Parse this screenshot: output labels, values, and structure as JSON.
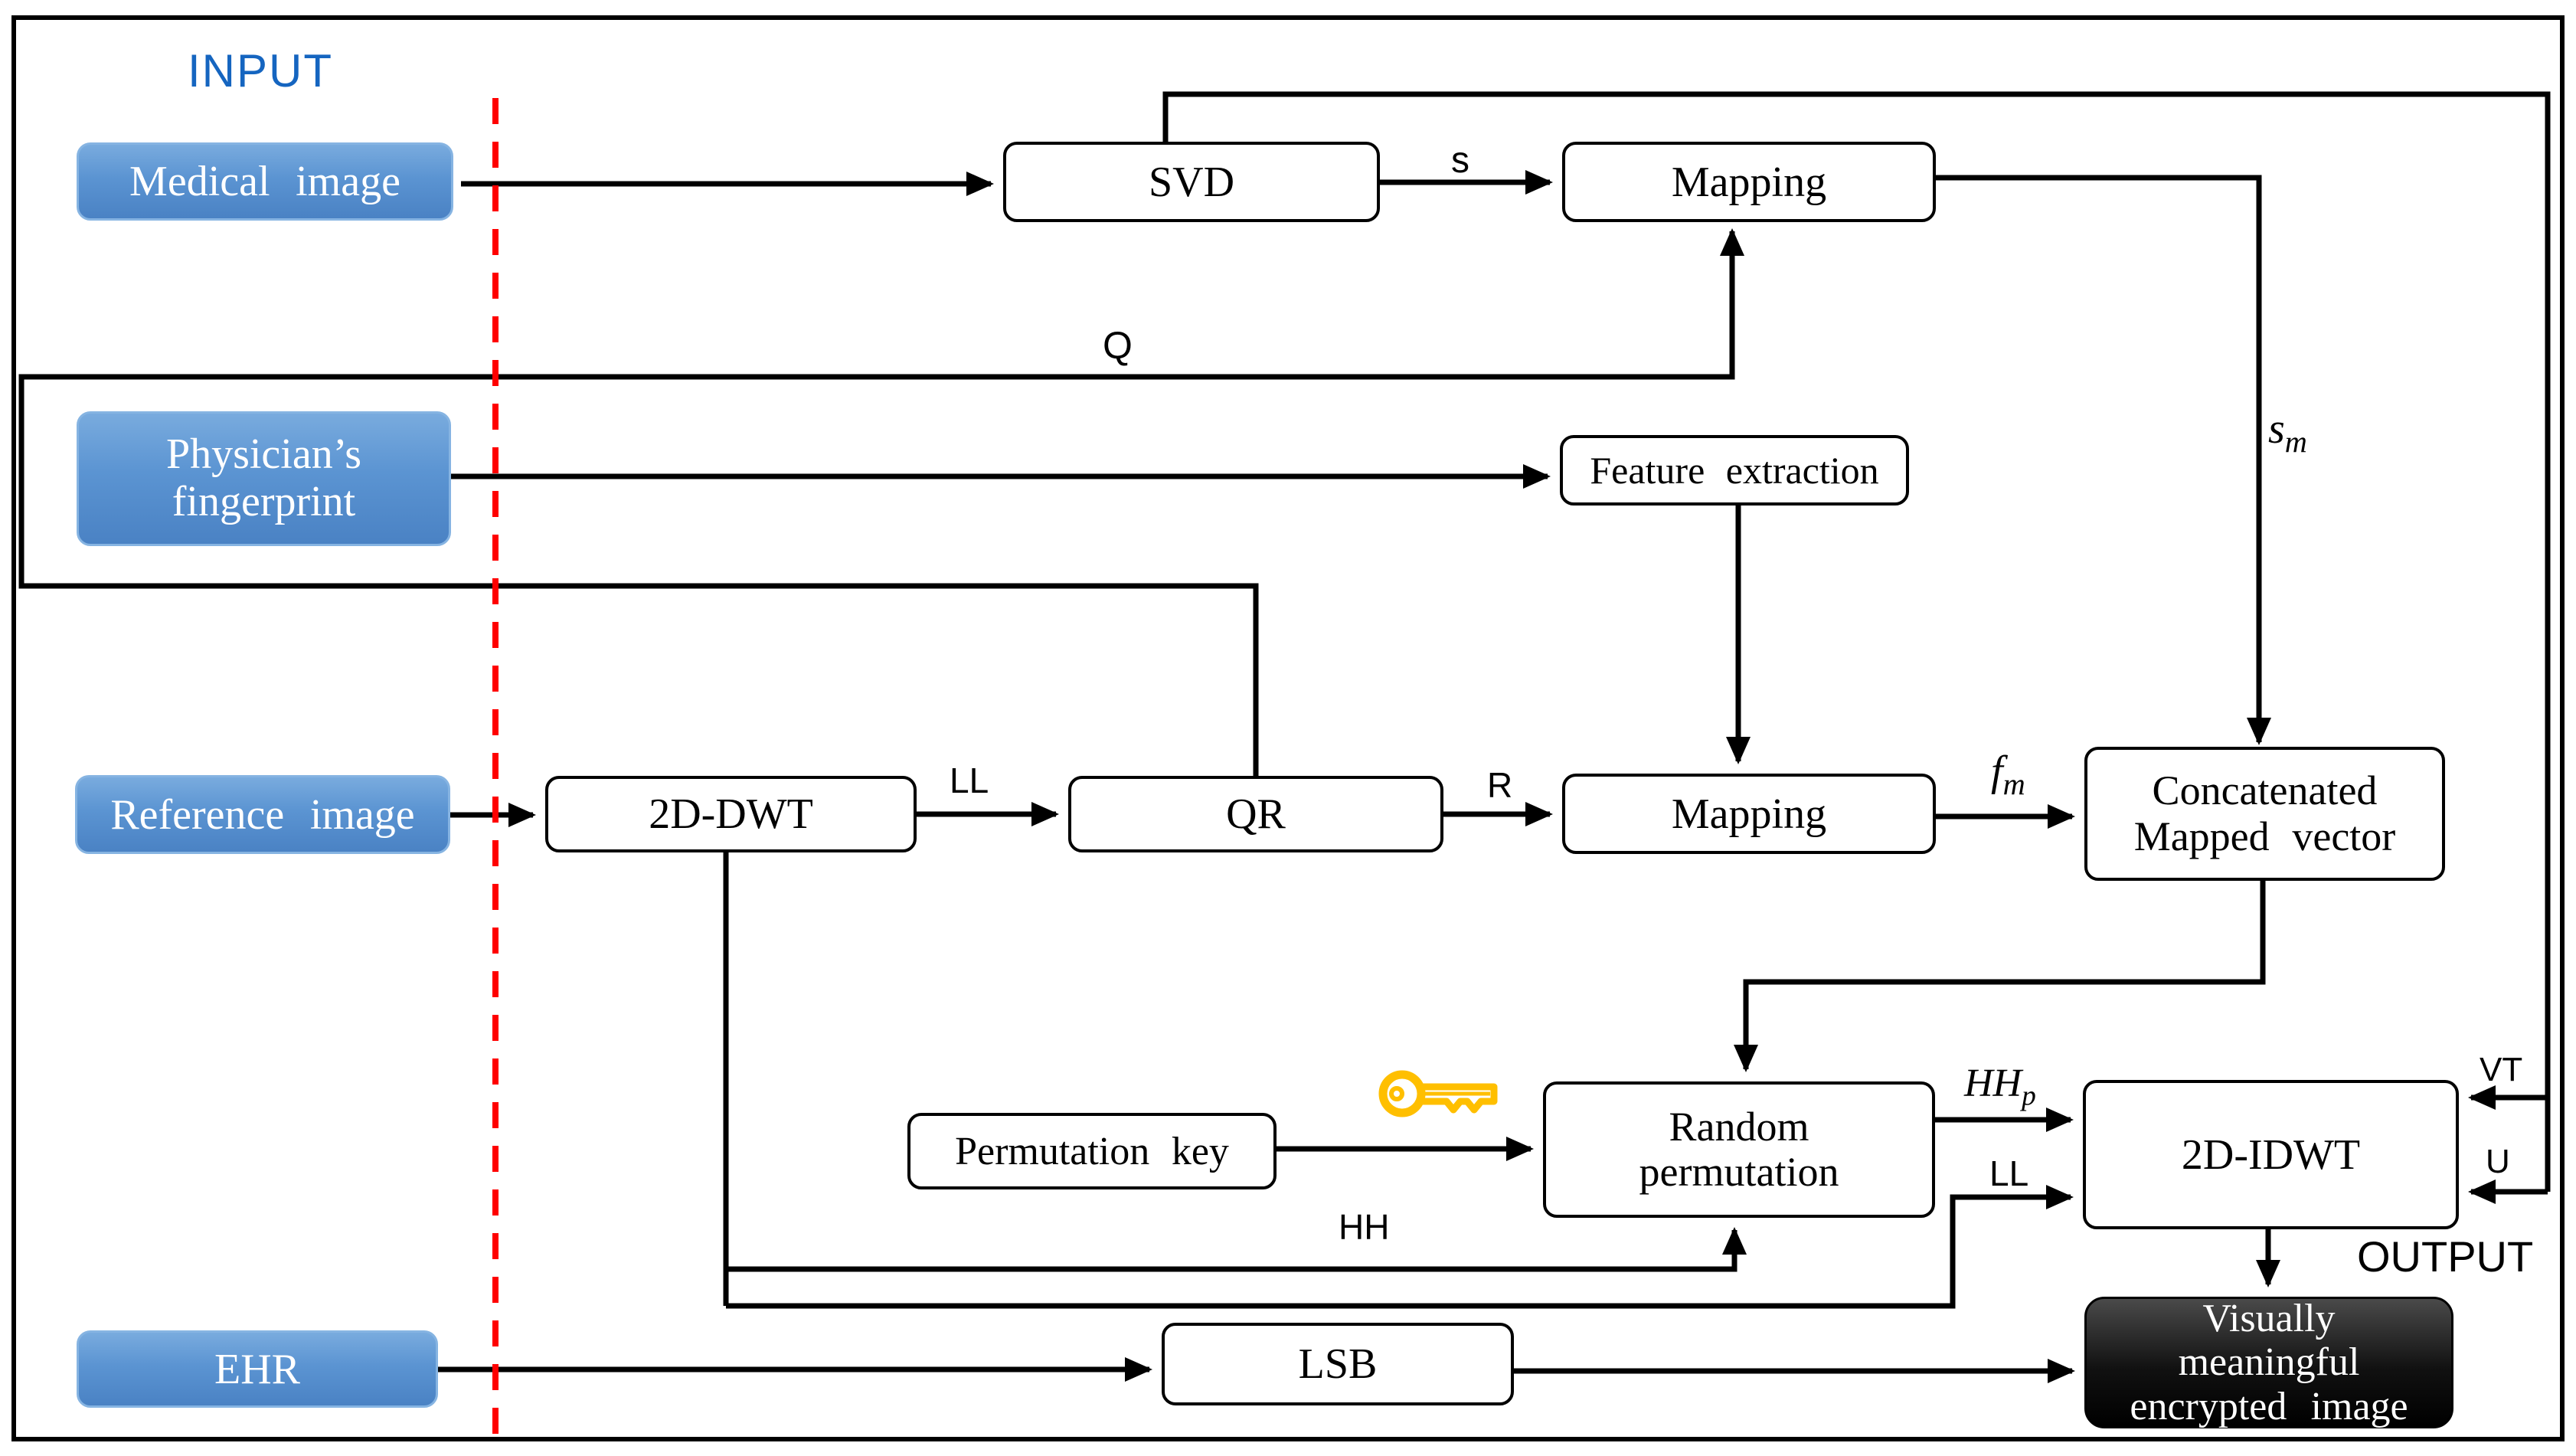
{
  "diagram_title_zone": {
    "input_label": "INPUT",
    "output_label": "OUTPUT"
  },
  "sources": {
    "medical": {
      "label": "Medical image"
    },
    "fingerprint": {
      "label": "Physician’s\nfingerprint"
    },
    "reference": {
      "label": "Reference image"
    },
    "ehr": {
      "label": "EHR"
    }
  },
  "processes": {
    "svd": {
      "label": "SVD"
    },
    "mapping_top": {
      "label": "Mapping"
    },
    "feature": {
      "label": "Feature extraction"
    },
    "dwt": {
      "label": "2D-DWT"
    },
    "qr": {
      "label": "QR"
    },
    "mapping_mid": {
      "label": "Mapping"
    },
    "concat": {
      "label": "Concatenated\nMapped vector"
    },
    "perm_key": {
      "label": "Permutation key"
    },
    "random_perm": {
      "label": "Random\npermutation"
    },
    "idwt": {
      "label": "2D-IDWT"
    },
    "lsb": {
      "label": "LSB"
    }
  },
  "result_box": {
    "label": "Visually\nmeaningful\nencrypted image"
  },
  "wire_labels": {
    "s": "s",
    "q": "Q",
    "ll_top": "LL",
    "r": "R",
    "hh": "HH",
    "ll_bottom": "LL",
    "vt": "VT",
    "u": "U"
  },
  "math_labels": {
    "sm": {
      "base": "s",
      "sub": "m"
    },
    "fm": {
      "base": "f",
      "sub": "m"
    },
    "hhp": {
      "base": "HH",
      "sub": "p"
    }
  },
  "icons": {
    "key": "key-icon"
  },
  "colors": {
    "accent_blue": "#5b94d2",
    "input_text_blue": "#1565c0",
    "divider_red": "#ff0000",
    "key_gold": "#ffbf00",
    "wire_black": "#000000"
  }
}
